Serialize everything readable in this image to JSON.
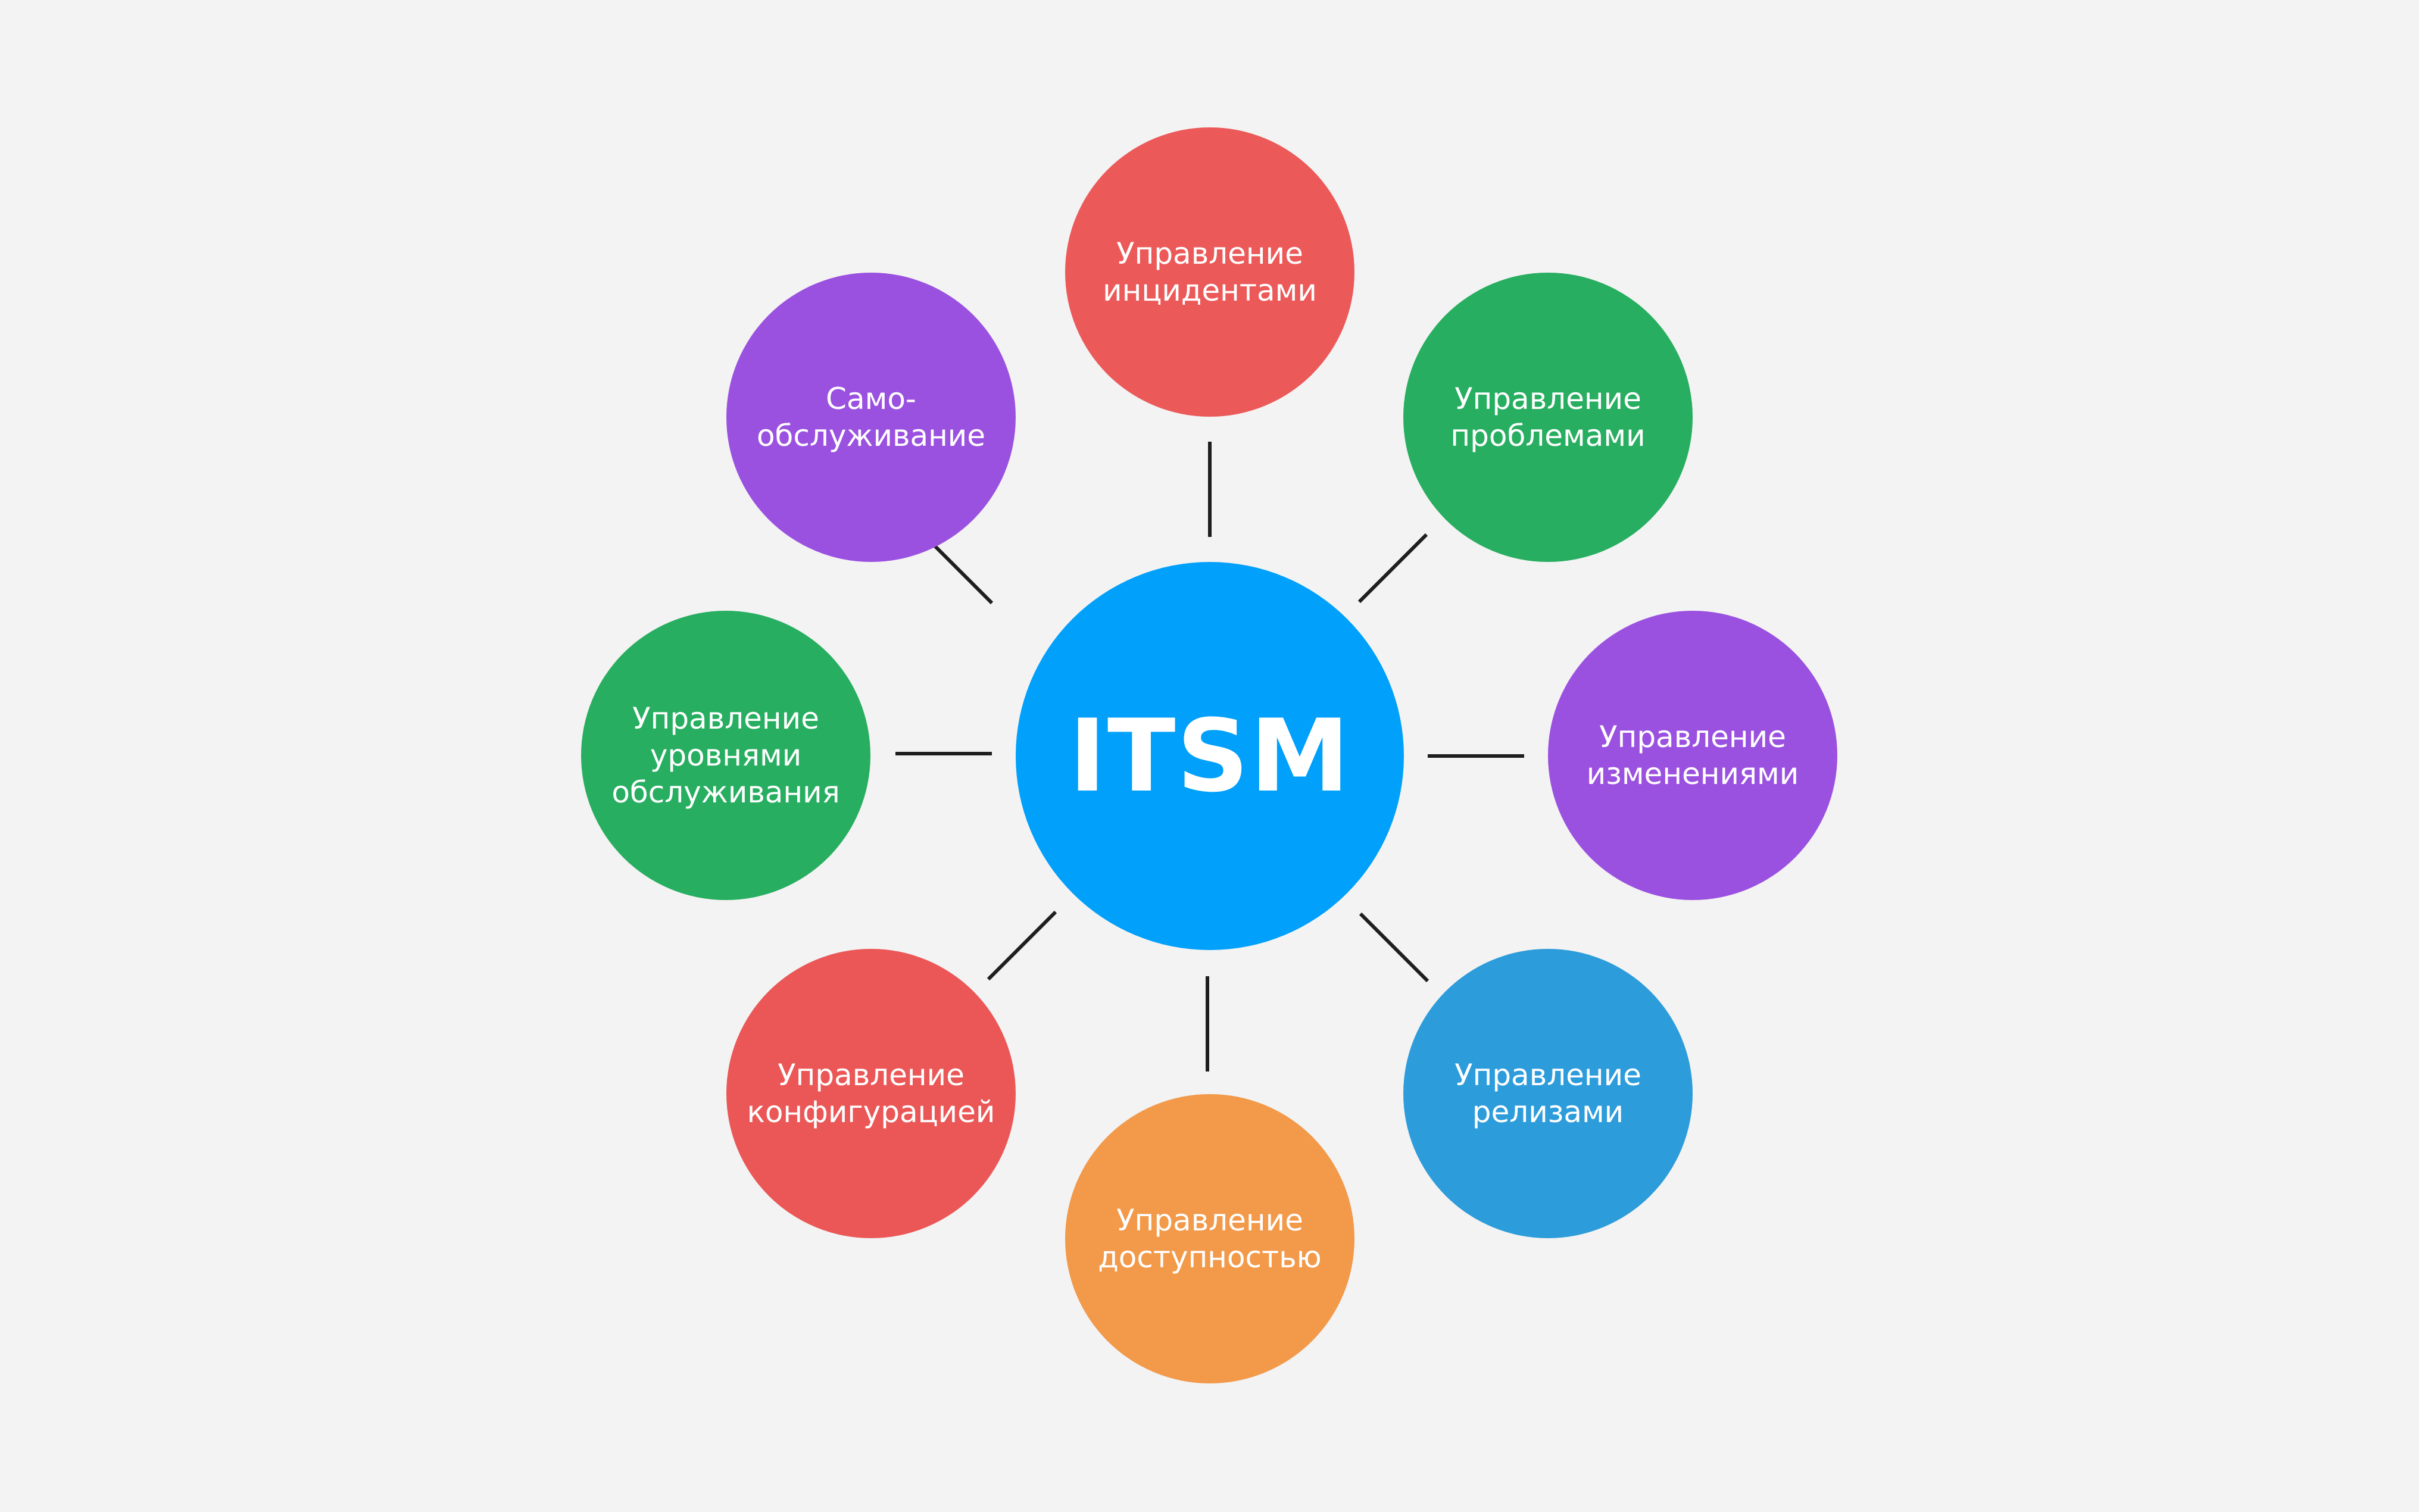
{
  "hub": {
    "label": "ITSM",
    "color": "#00a0fb"
  },
  "nodes": [
    {
      "id": "incident-management",
      "label": "Управление\nинцидентами",
      "color": "#ec5959"
    },
    {
      "id": "problem-management",
      "label": "Управление\nпроблемами",
      "color": "#27ae60"
    },
    {
      "id": "change-management",
      "label": "Управление\nизменениями",
      "color": "#9b51e0"
    },
    {
      "id": "release-management",
      "label": "Управление\nрелизами",
      "color": "#2d9cdb"
    },
    {
      "id": "availability-management",
      "label": "Управление\nдоступностью",
      "color": "#f2994a"
    },
    {
      "id": "configuration-management",
      "label": "Управление\nконфигурацией",
      "color": "#eb5757"
    },
    {
      "id": "service-level-management",
      "label": "Управление\nуровнями\nобслуживания",
      "color": "#27ae60"
    },
    {
      "id": "self-service",
      "label": "Само-\nобслуживание",
      "color": "#9b51e0"
    }
  ],
  "connector_color": "#1e1e1e"
}
